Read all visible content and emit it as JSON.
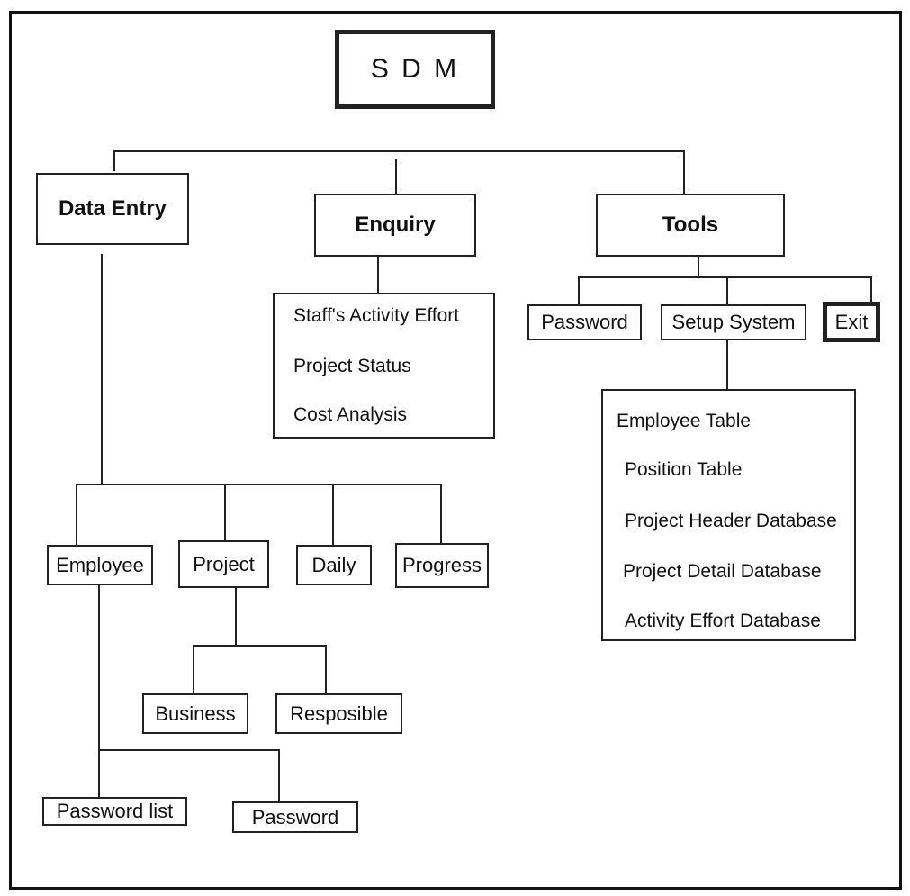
{
  "root": {
    "label": "S D M"
  },
  "data_entry": {
    "label": "Data Entry",
    "children": {
      "employee": "Employee",
      "project": "Project",
      "daily": "Daily",
      "progress": "Progress"
    },
    "project_children": {
      "business": "Business",
      "responsible": "Resposible"
    },
    "employee_children": {
      "password_list": "Password list",
      "password": "Password"
    }
  },
  "enquiry": {
    "label": "Enquiry",
    "items": [
      "Staff's Activity Effort",
      "Project Status",
      "Cost Analysis"
    ]
  },
  "tools": {
    "label": "Tools",
    "children": {
      "password": "Password",
      "setup_system": "Setup System",
      "exit": "Exit"
    },
    "setup_items": [
      "Employee Table",
      "Position Table",
      "Project Header Database",
      "Project Detail Database",
      "Activity Effort Database"
    ]
  }
}
